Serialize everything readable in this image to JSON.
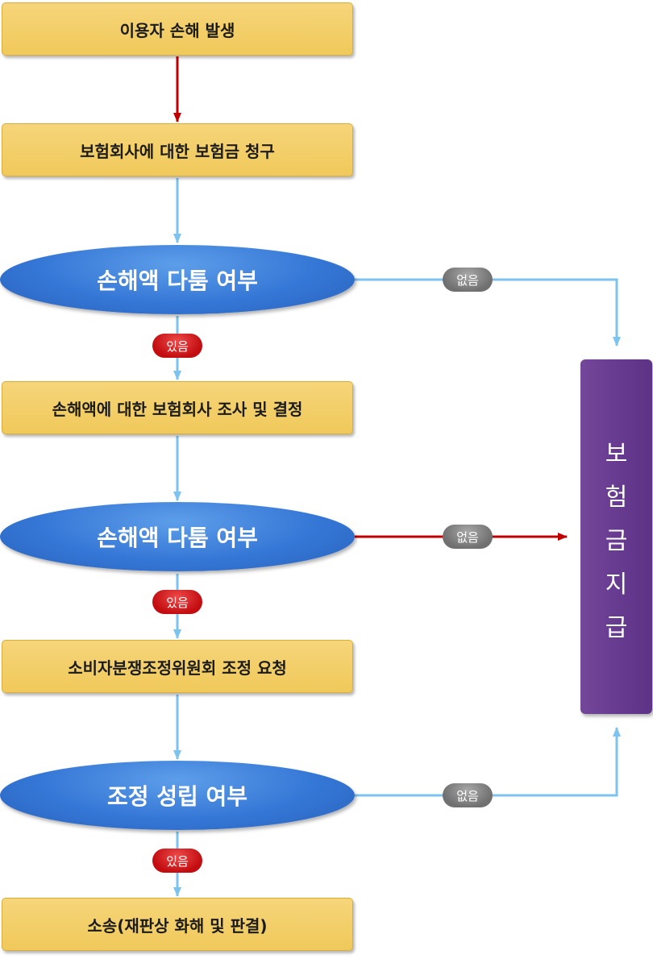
{
  "steps": {
    "step1": "이용자 손해 발생",
    "step2": "보험회사에 대한 보험금 청구",
    "step3": "손해액에 대한 보험회사 조사 및 결정",
    "step4": "소비자분쟁조정위원회 조정 요청",
    "step5": "소송(재판상 화해 및 판결)"
  },
  "decisions": {
    "d1": "손해액 다툼 여부",
    "d2": "손해액 다툼 여부",
    "d3": "조정 성립 여부"
  },
  "labels": {
    "yes": "있음",
    "no": "없음"
  },
  "result": {
    "chars": [
      "보",
      "험",
      "금",
      "지",
      "급"
    ]
  },
  "colors": {
    "box": "#f0c95a",
    "decision": "#3577d6",
    "result": "#673b90",
    "arrow_red": "#c00000",
    "arrow_blue": "#7cc3f0",
    "pill_yes": "#c30d10",
    "pill_no": "#707070"
  }
}
